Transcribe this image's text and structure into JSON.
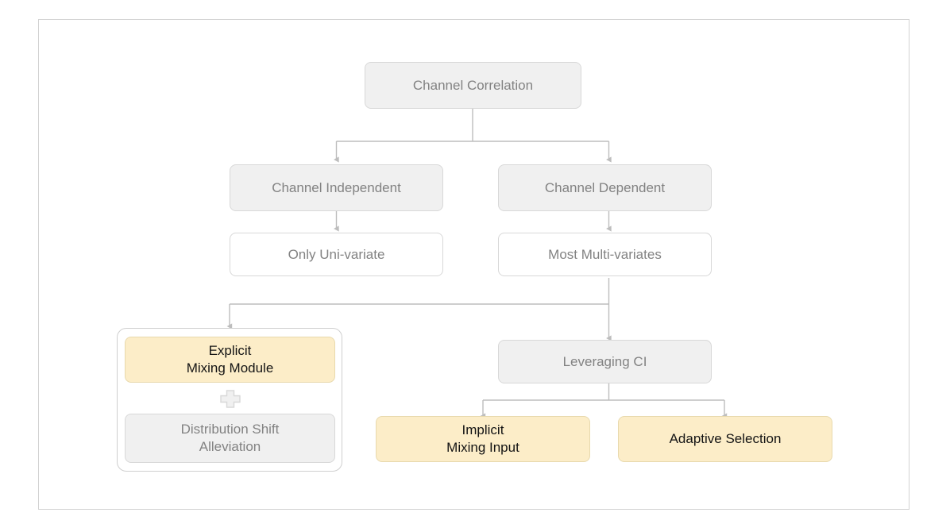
{
  "figure": {
    "type": "taxonomy-tree-diagram",
    "border_color": "#d2d2d2",
    "background": "#ffffff"
  },
  "palette": {
    "gray_fill": "#f0f0f0",
    "gray_border": "#d8d8d8",
    "gray_text": "#828282",
    "white_fill": "#ffffff",
    "yellow_fill": "#fcedc8",
    "yellow_border": "#e8d9ad",
    "black_text": "#141414",
    "edge_color": "#bdbdbd"
  },
  "nodes": {
    "root": {
      "label": "Channel Correlation",
      "style": "gray"
    },
    "channel_independent": {
      "label": "Channel Independent",
      "style": "gray"
    },
    "channel_dependent": {
      "label": "Channel Dependent",
      "style": "gray"
    },
    "only_univariate": {
      "label": "Only Uni-variate",
      "style": "white"
    },
    "most_multivariates": {
      "label": "Most Multi-variates",
      "style": "white"
    },
    "explicit_mixing_module": {
      "label": "Explicit\nMixing Module",
      "style": "yellow"
    },
    "distribution_shift_alleviation": {
      "label": "Distribution Shift\nAlleviation",
      "style": "gray"
    },
    "leveraging_ci": {
      "label": "Leveraging CI",
      "style": "gray"
    },
    "implicit_mixing_input": {
      "label": "Implicit\nMixing Input",
      "style": "yellow"
    },
    "adaptive_selection": {
      "label": "Adaptive Selection",
      "style": "yellow"
    }
  },
  "icons": {
    "plus": "plus-icon"
  },
  "edges": [
    {
      "from": "root",
      "to": "channel_independent"
    },
    {
      "from": "root",
      "to": "channel_dependent"
    },
    {
      "from": "channel_independent",
      "to": "only_univariate"
    },
    {
      "from": "channel_dependent",
      "to": "most_multivariates"
    },
    {
      "from": "most_multivariates",
      "to": "explicit_mixing_group"
    },
    {
      "from": "most_multivariates",
      "to": "leveraging_ci"
    },
    {
      "from": "leveraging_ci",
      "to": "implicit_mixing_input"
    },
    {
      "from": "leveraging_ci",
      "to": "adaptive_selection"
    }
  ]
}
